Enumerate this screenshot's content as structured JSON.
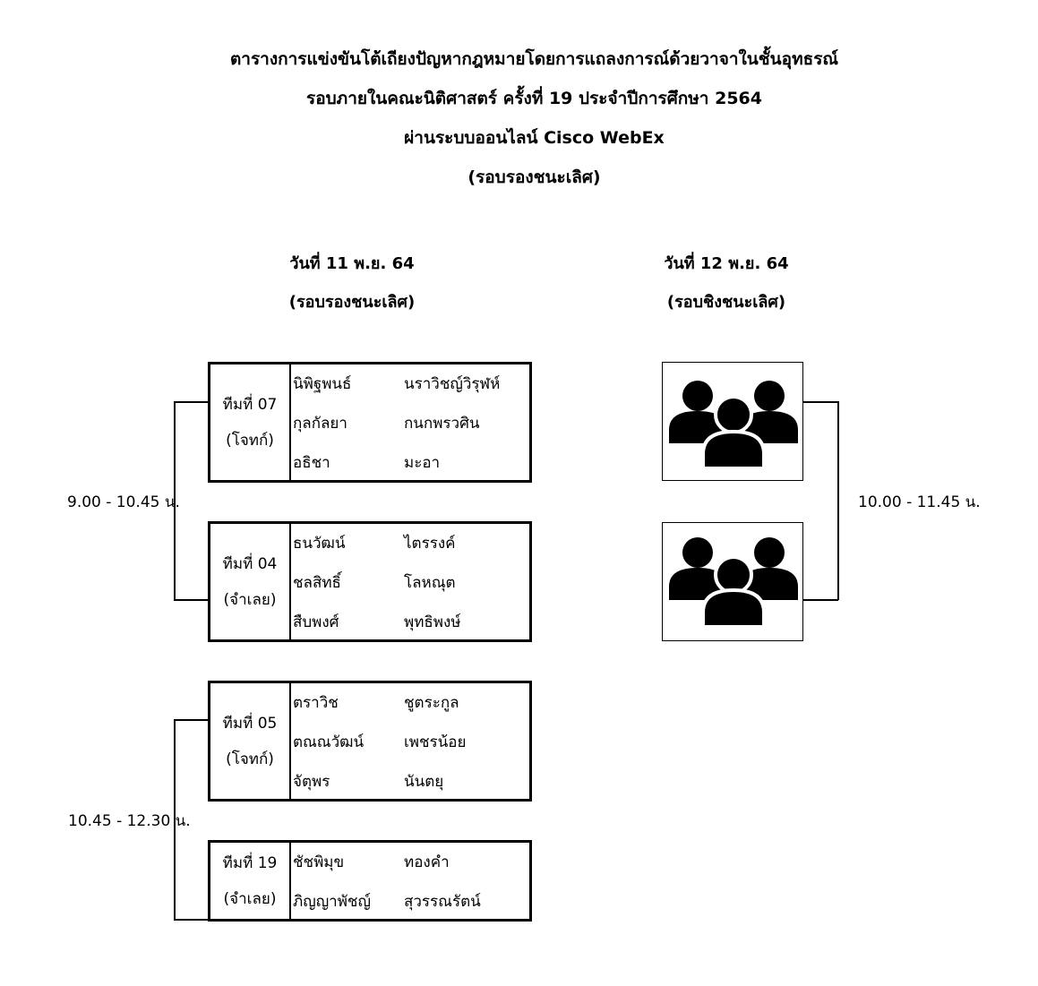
{
  "title": {
    "line1": "ตารางการแข่งขันโต้เถียงปัญหากฎหมายโดยการแถลงการณ์ด้วยวาจาในชั้นอุทธรณ์",
    "line2": "รอบภายในคณะนิติศาสตร์ ครั้งที่ 19 ประจำปีการศึกษา 2564",
    "line3": "ผ่านระบบออนไลน์ Cisco WebEx",
    "line4": "(รอบรองชนะเลิศ)"
  },
  "day1": {
    "date": "วันที่ 11 พ.ย. 64",
    "round": "(รอบรองชนะเลิศ)"
  },
  "day2": {
    "date": "วันที่ 12 พ.ย. 64",
    "round": "(รอบชิงชนะเลิศ)"
  },
  "matches": [
    {
      "time": "9.00 - 10.45 น."
    },
    {
      "time": "10.45 - 12.30 น."
    }
  ],
  "final": {
    "time": "10.00 - 11.45 น.",
    "icon": "group-icon"
  },
  "teams": [
    {
      "team": "ทีมที่ 07",
      "role": "(โจทก์)",
      "members": [
        {
          "first": "นิพิฐพนธ์",
          "last": "นราวิชญ์วิรุฬห์"
        },
        {
          "first": "กุลกัลยา",
          "last": "กนกพรวศิน"
        },
        {
          "first": "อธิชา",
          "last": "มะอา"
        }
      ]
    },
    {
      "team": "ทีมที่ 04",
      "role": "(จำเลย)",
      "members": [
        {
          "first": "ธนวัฒน์",
          "last": "ไตรรงค์"
        },
        {
          "first": "ชลสิทธิ์",
          "last": "โลหณุต"
        },
        {
          "first": "สืบพงศ์",
          "last": "พุทธิพงษ์"
        }
      ]
    },
    {
      "team": "ทีมที่ 05",
      "role": "(โจทก์)",
      "members": [
        {
          "first": "ตราวิช",
          "last": "ชูตระกูล"
        },
        {
          "first": "ตณณวัฒน์",
          "last": "เพชรน้อย"
        },
        {
          "first": "จัตุพร",
          "last": "นันตยุ"
        }
      ]
    },
    {
      "team": "ทีมที่ 19",
      "role": "(จำเลย)",
      "members": [
        {
          "first": "ชัชพิมุข",
          "last": "ทองคำ"
        },
        {
          "first": "ภิญญาพัชญ์",
          "last": "สุวรรณรัตน์"
        }
      ]
    }
  ]
}
